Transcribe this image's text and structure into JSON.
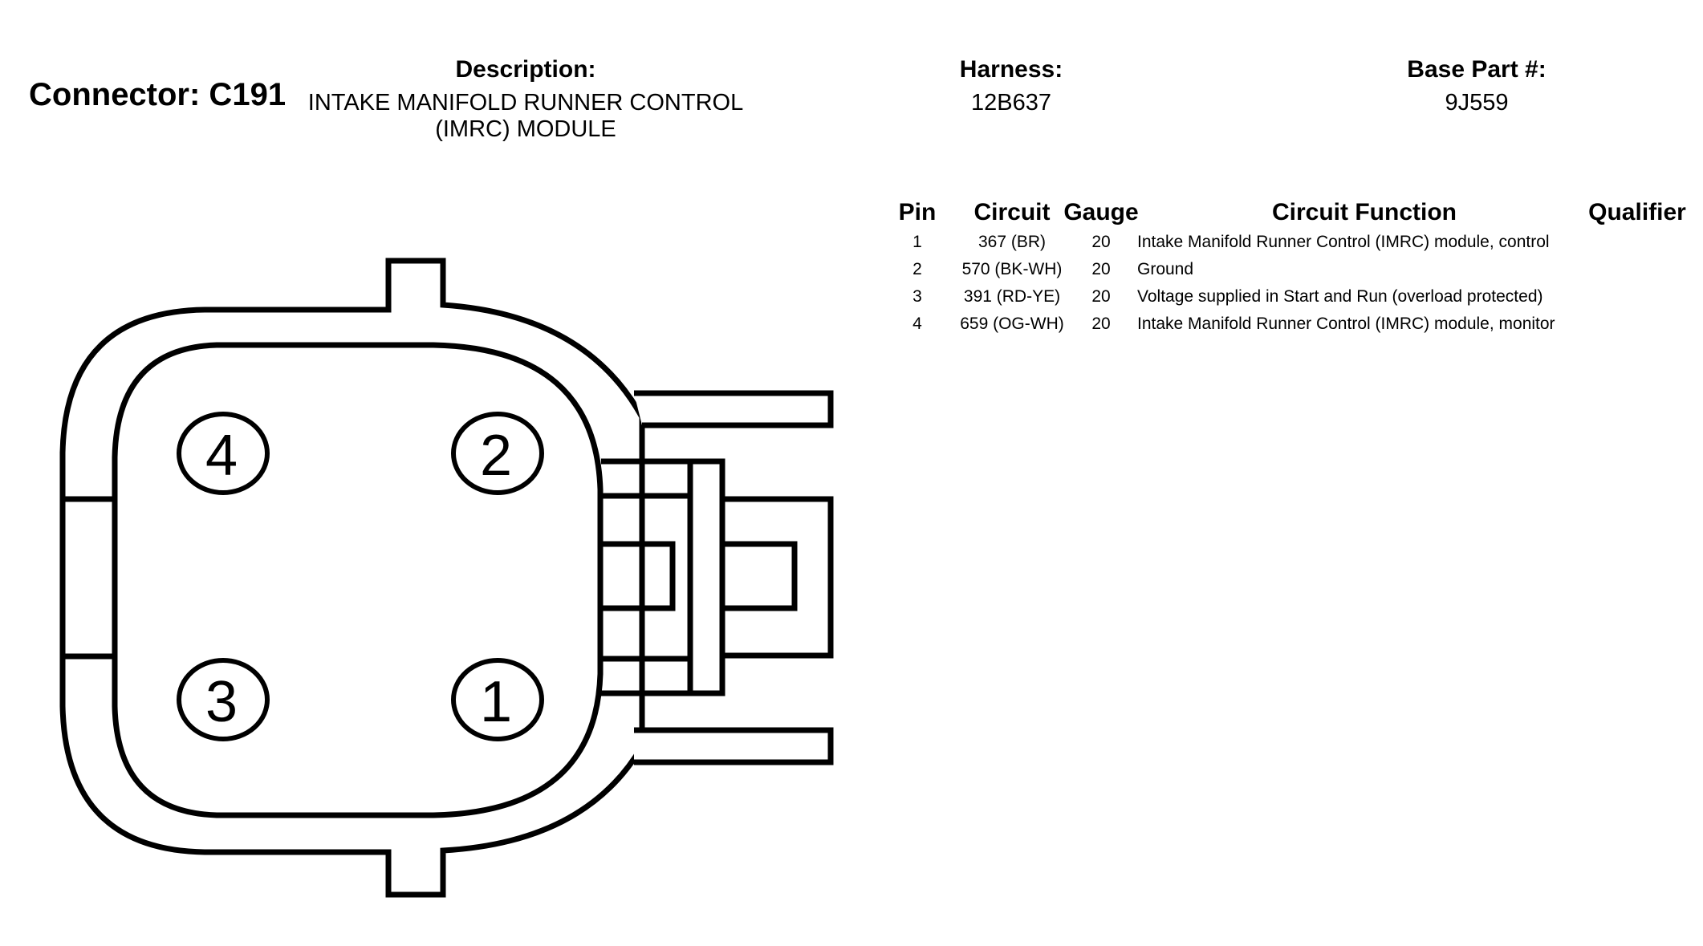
{
  "header": {
    "connector_title": "Connector: C191",
    "description_label": "Description:",
    "description_value": "INTAKE MANIFOLD RUNNER CONTROL (IMRC) MODULE",
    "harness_label": "Harness:",
    "harness_value": "12B637",
    "base_part_label": "Base Part #:",
    "base_part_value": "9J559"
  },
  "pin_table": {
    "columns": [
      "Pin",
      "Circuit",
      "Gauge",
      "Circuit Function",
      "Qualifier"
    ],
    "rows": [
      {
        "pin": "1",
        "circuit": "367 (BR)",
        "gauge": "20",
        "function": "Intake Manifold Runner Control (IMRC) module, control",
        "qualifier": ""
      },
      {
        "pin": "2",
        "circuit": "570 (BK-WH)",
        "gauge": "20",
        "function": "Ground",
        "qualifier": ""
      },
      {
        "pin": "3",
        "circuit": "391 (RD-YE)",
        "gauge": "20",
        "function": "Voltage supplied in Start and Run (overload protected)",
        "qualifier": ""
      },
      {
        "pin": "4",
        "circuit": "659 (OG-WH)",
        "gauge": "20",
        "function": "Intake Manifold Runner Control (IMRC) module, monitor",
        "qualifier": ""
      }
    ]
  },
  "diagram": {
    "pins": [
      {
        "pin": "4",
        "position": "top-left"
      },
      {
        "pin": "2",
        "position": "top-right"
      },
      {
        "pin": "3",
        "position": "bottom-left"
      },
      {
        "pin": "1",
        "position": "bottom-right"
      }
    ],
    "stroke_color": "#000000",
    "fill_color": "#ffffff"
  }
}
